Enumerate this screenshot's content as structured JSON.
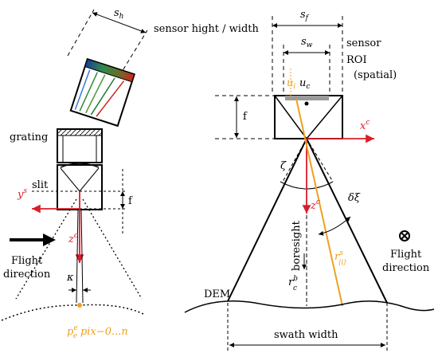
{
  "labels": {
    "s_h": "s",
    "s_h_sub": "h",
    "s_f": "s",
    "s_f_sub": "f",
    "sensor_hw": "sensor hight / width",
    "s_w": "s",
    "s_w_sub": "w",
    "sensor": "sensor",
    "roi": "ROI",
    "spatial": "(spatial)",
    "u_i": "u",
    "u_i_sub": "i",
    "u_c": "u",
    "u_c_sub": "c",
    "f_right": "f",
    "x_c": "x",
    "x_c_sup": "c",
    "grating": "grating",
    "slit": "slit",
    "f_left": "f",
    "y_s": "y",
    "y_s_sup": "s",
    "z_c_left": "z",
    "z_c_left_sup": "c",
    "flight_dir_left_1": "Flight",
    "flight_dir_left_2": "direction",
    "kappa": "κ",
    "p_e": "p",
    "p_e_sup": "e",
    "p_e_sub": "e",
    "p_pix": "pix−0...n",
    "zeta": "ζ",
    "delta_xi": "δξ",
    "z_c_right": "z",
    "z_c_right_sup": "c",
    "boresight": "boresight",
    "r_s": "r",
    "r_s_sup": "s",
    "r_s_sub": "⟨i⟩",
    "r_c": "r",
    "r_c_sup": "b",
    "r_c_sub": "c",
    "dem": "DEM",
    "flight_dir_right_1": "Flight",
    "flight_dir_right_2": "direction",
    "swath": "swath width"
  },
  "colors": {
    "red": "#d81e2a",
    "orange": "#f0a020",
    "grey": "#9a9a9a",
    "black": "#000000"
  }
}
